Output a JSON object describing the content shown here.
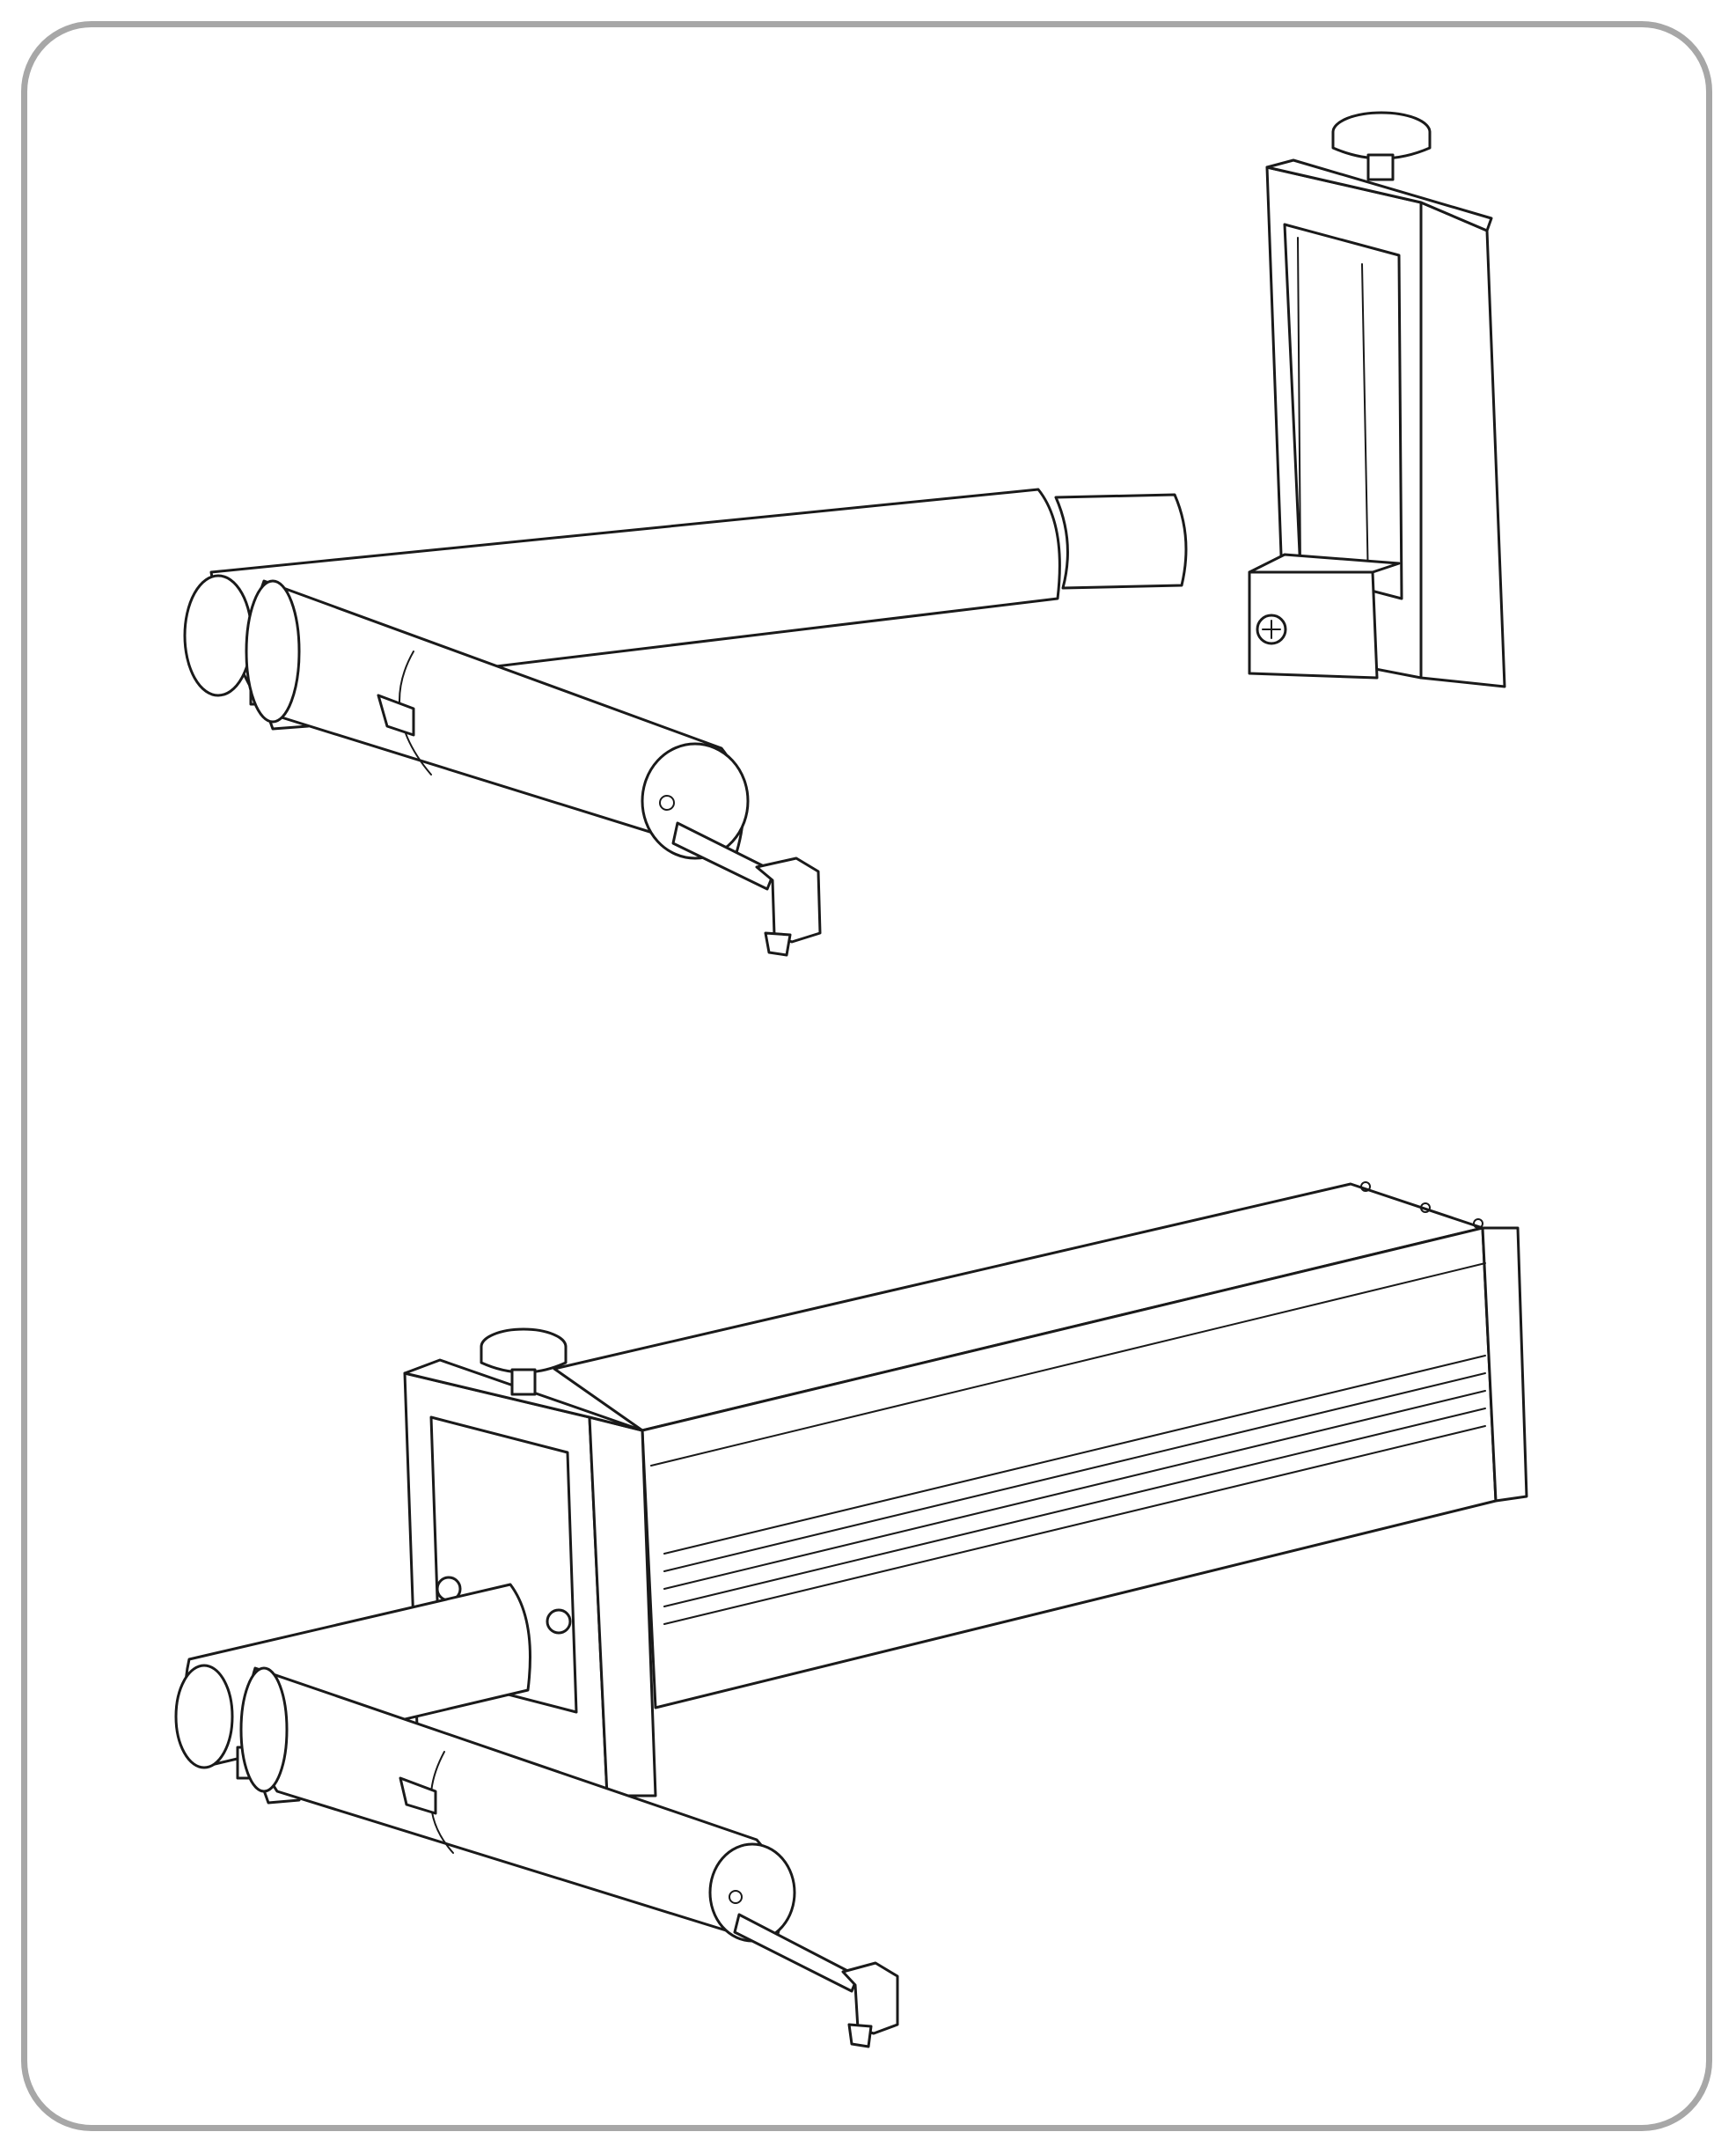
{
  "figure": {
    "frame_color": "#a7a7a7",
    "line_color": "#1a1a1a",
    "background": "#ffffff",
    "parts": [
      {
        "name": "probe-arm-assembly",
        "view": "detached"
      },
      {
        "name": "mounting-clamp",
        "view": "detached"
      },
      {
        "name": "sensor-housing-with-arm",
        "view": "assembled"
      }
    ]
  }
}
